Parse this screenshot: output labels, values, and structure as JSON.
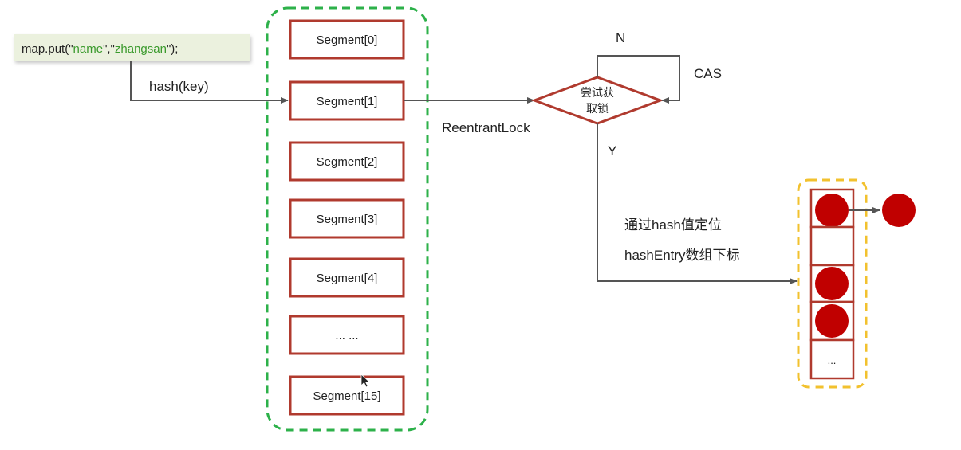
{
  "code": {
    "prefix": "map.put(",
    "q1": "\"",
    "key": "name",
    "sep": "\",\"",
    "value": "zhangsan",
    "suffix": "\");"
  },
  "labels": {
    "hash_key": "hash(key)",
    "reentrant_lock": "ReentrantLock",
    "no": "N",
    "cas": "CAS",
    "yes": "Y",
    "locate_line1": "通过hash值定位",
    "locate_line2": "hashEntry数组下标"
  },
  "decision": {
    "line1": "尝试获",
    "line2": "取锁"
  },
  "segments": [
    "Segment[0]",
    "Segment[1]",
    "Segment[2]",
    "Segment[3]",
    "Segment[4]",
    "... ...",
    "Segment[15]"
  ],
  "entry_cells": [
    "",
    "",
    "",
    "",
    "..."
  ],
  "colors": {
    "segment_border": "#b03a2e",
    "segments_dash": "#2db14a",
    "entries_dash": "#f2c12e",
    "node_fill": "#c00000",
    "arrow": "#555555",
    "code_bg": "#ebf1de",
    "code_green": "#3a9a2c"
  }
}
